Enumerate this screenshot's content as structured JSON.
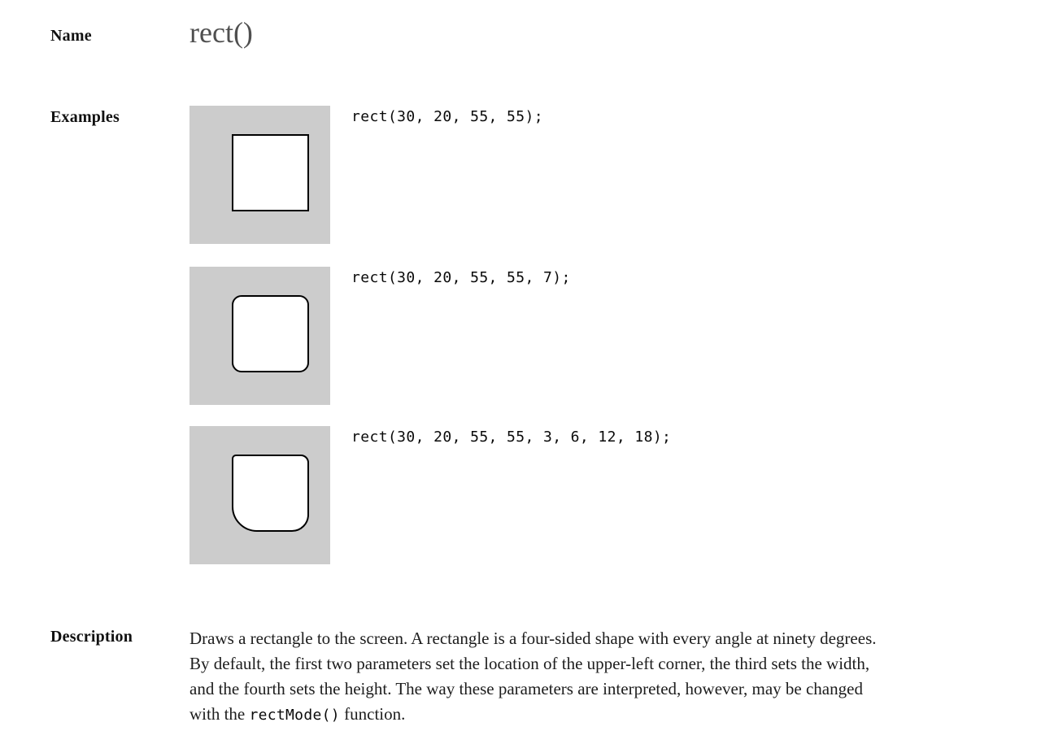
{
  "document": {
    "name_section": {
      "label": "Name",
      "function_name": "rect()"
    },
    "examples_section": {
      "label": "Examples",
      "examples": [
        {
          "code": "rect(30, 20, 55, 55);",
          "corner_radius_css": "0px"
        },
        {
          "code": "rect(30, 20, 55, 55, 7);",
          "corner_radius_css": "12px"
        },
        {
          "code": "rect(30, 20, 55, 55, 3, 6, 12, 18);",
          "corner_radius_css": "5px 10px 21px 31px"
        }
      ]
    },
    "description_section": {
      "label": "Description",
      "lines": [
        "Draws a rectangle to the screen. A rectangle is a four-sided shape with every angle at ninety degrees.",
        "By default, the first two parameters set the location of the upper-left corner, the third sets the width,",
        "and the fourth sets the height. The way these parameters are interpreted, however, may be changed"
      ],
      "last_line": {
        "before": "with the ",
        "code": "rectMode()",
        "after": " function."
      }
    },
    "colors": {
      "canvas_background": "#cccccc",
      "rect_fill": "#ffffff",
      "rect_stroke": "#000000",
      "title_color": "#4f4f4f",
      "body_text": "#1d1d1d"
    }
  }
}
